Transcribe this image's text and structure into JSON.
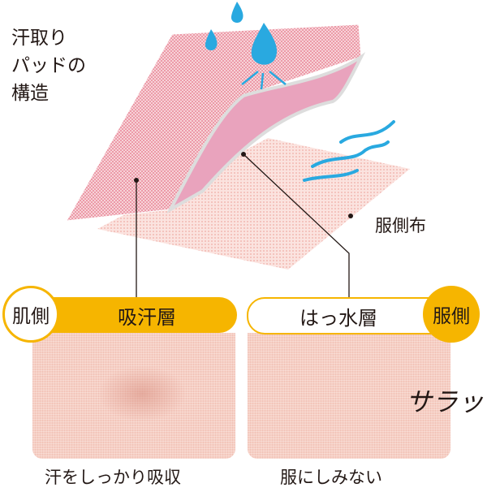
{
  "title_lines": [
    "汗取り",
    "パッドの",
    "構造"
  ],
  "labels": {
    "outer_fabric": "服側布"
  },
  "left_panel": {
    "side": "肌側",
    "layer": "吸汗層",
    "caption": "汗をしっかり吸収"
  },
  "right_panel": {
    "side": "服側",
    "layer": "はっ水層",
    "caption": "服にしみない",
    "effect": "サラッ"
  },
  "colors": {
    "accent": "#f6b500",
    "water": "#29a9e0",
    "sheet_pink": "#f2b7c2",
    "fold_pink": "#e9a3bd"
  }
}
